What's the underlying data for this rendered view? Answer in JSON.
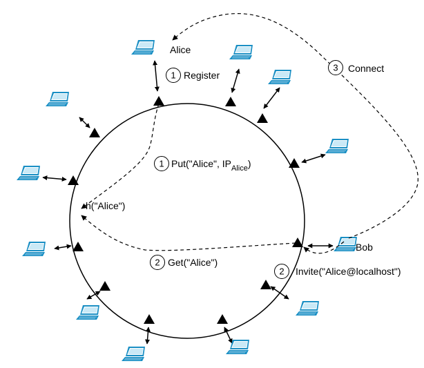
{
  "labels": {
    "alice": "Alice",
    "bob": "Bob",
    "register": "Register",
    "connect": "Connect",
    "put": "Put(\"Alice\", IP",
    "put_sub": "Alice",
    "put_close": ")",
    "hash": "h(\"Alice\")",
    "get": "Get(\"Alice\")",
    "invite": "Invite(\"Alice@localhost\")"
  },
  "steps": {
    "register": "1",
    "put": "1",
    "get": "2",
    "invite": "2",
    "connect": "3"
  },
  "colors": {
    "laptop": "#1a8fc4",
    "laptop_screen": "#2aa7dc",
    "ink": "#000000"
  },
  "icons": {
    "peer": "laptop-icon",
    "ring_node": "triangle-node-icon"
  }
}
